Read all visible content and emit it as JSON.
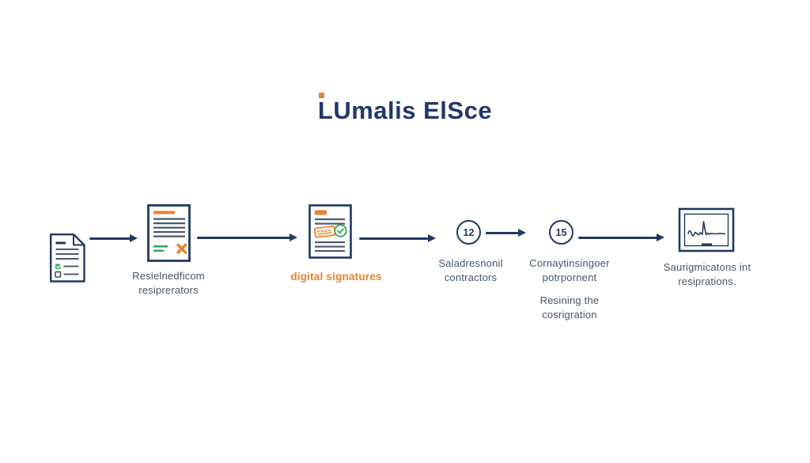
{
  "page": {
    "background_color": "#ffffff"
  },
  "logo": {
    "first": "L",
    "rest": "Umalis ElSce",
    "dot_color": "#e8832d",
    "text_color": "#21386b"
  },
  "flow": {
    "direction": "left-to-right",
    "arrow_color": "#1f3a61",
    "steps": [
      {
        "name": "source-document",
        "icon": "document-checklist-icon",
        "label": ""
      },
      {
        "name": "reviewed-document",
        "icon": "document-rejected-icon",
        "label": "Resielnedficom resiprerators"
      },
      {
        "name": "digital-signatures",
        "icon": "document-stamped-icon",
        "label": "digital signatures"
      },
      {
        "name": "step-12",
        "badge": "12",
        "label": "Saladresnonil contractors"
      },
      {
        "name": "step-15",
        "badge": "15",
        "label": "Cornaytinsingoer potrpornent",
        "sublabel": "Resining the cosrigration"
      },
      {
        "name": "signature-display",
        "icon": "signature-screen-icon",
        "label": "Saurigmicatons int resiprations."
      }
    ]
  },
  "colors": {
    "navy": "#1f3a61",
    "orange": "#e8832d",
    "green": "#3aa562",
    "slate_text": "#44566b",
    "line_gray": "#4c5c6e"
  }
}
